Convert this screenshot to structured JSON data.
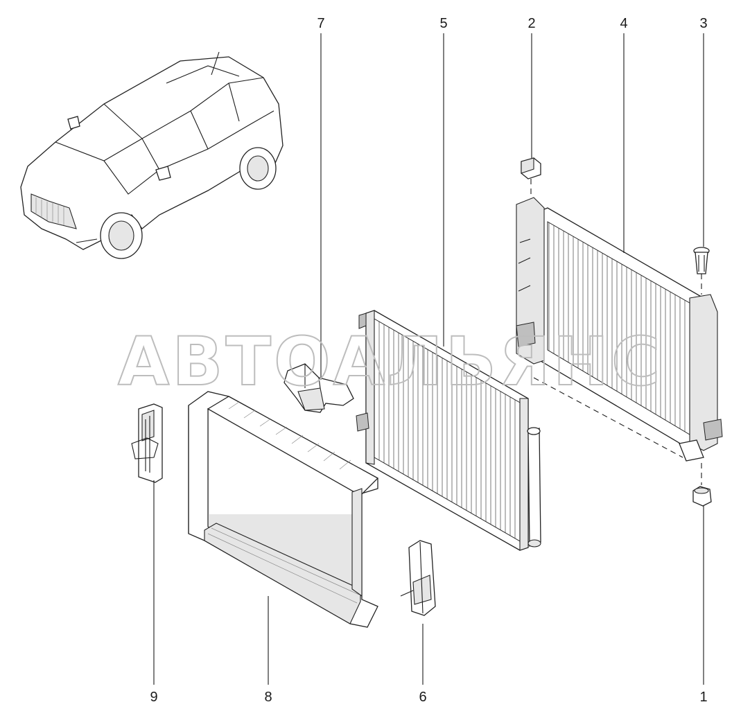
{
  "watermark": "АВТОАЛЬЯНС",
  "callouts": [
    "1",
    "2",
    "3",
    "4",
    "5",
    "6",
    "7",
    "8",
    "9"
  ]
}
